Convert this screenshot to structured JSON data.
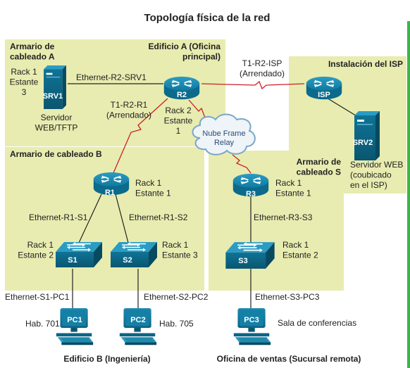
{
  "title": "Topología física de la red",
  "areas": {
    "cabinet_a": "Armario de\ncableado A",
    "building_a": "Edificio A (Oficina\nprincipal)",
    "isp_install": "Instalación del ISP",
    "cabinet_b": "Armario de cableado B",
    "cabinet_s": "Armario de\ncableado S"
  },
  "devices": {
    "srv1": "SRV1",
    "r2": "R2",
    "isp": "ISP",
    "srv2": "SRV2",
    "r1": "R1",
    "r3": "R3",
    "s1": "S1",
    "s2": "S2",
    "s3": "S3",
    "pc1": "PC1",
    "pc2": "PC2",
    "pc3": "PC3"
  },
  "labels": {
    "srv1_rack": "Rack 1\nEstante\n3",
    "srv1_desc": "Servidor\nWEB/TFTP",
    "eth_r2_srv1": "Ethernet-R2-SRV1",
    "t1_r2_isp": "T1-R2-ISP\n(Arrendado)",
    "t1_r2_r1": "T1-R2-R1\n(Arrendado)",
    "r2_rack": "Rack 2\nEstante\n1",
    "cloud": "Nube Frame\nRelay",
    "srv2_desc": "Servidor WEB\n(coubicado\nen el ISP)",
    "r1_rack": "Rack 1\nEstante 1",
    "r3_rack": "Rack 1\nEstante 1",
    "eth_r1_s1": "Ethernet-R1-S1",
    "eth_r1_s2": "Ethernet-R1-S2",
    "eth_r3_s3": "Ethernet-R3-S3",
    "s1_rack": "Rack 1\nEstante 2",
    "s2_rack": "Rack 1\nEstante 3",
    "s3_rack": "Rack 1\nEstante 2",
    "eth_s1_pc1": "Ethernet-S1-PC1",
    "eth_s2_pc2": "Ethernet-S2-PC2",
    "eth_s3_pc3": "Ethernet-S3-PC3",
    "pc1_room": "Hab. 701",
    "pc2_room": "Hab. 705",
    "pc3_room": "Sala de conferencias",
    "building_b": "Edificio B (Ingeniería)",
    "sales_office": "Oficina de ventas (Sucursal remota)"
  },
  "colors": {
    "area_fill": "#e8ecb0",
    "device_blue": "#0b6b8c",
    "device_dark": "#0a4e66",
    "serial_link": "#cc1f2a",
    "cloud_fill": "#eef4f8",
    "cloud_stroke": "#7aa7c7"
  }
}
